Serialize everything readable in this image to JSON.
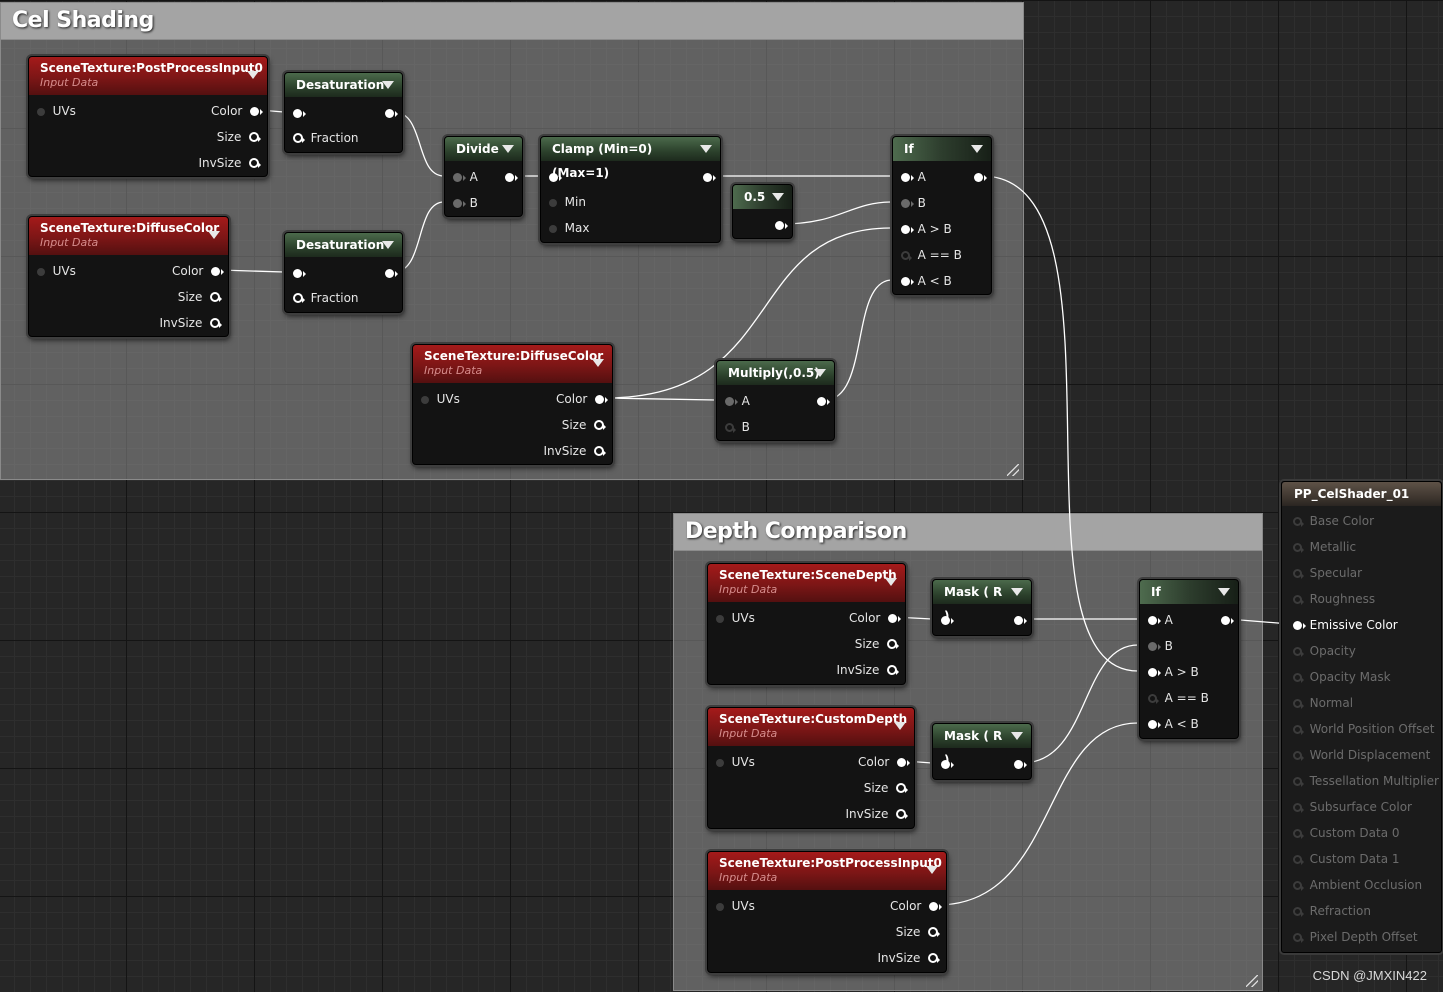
{
  "comments": {
    "cel": {
      "title": "Cel Shading"
    },
    "depth": {
      "title": "Depth Comparison"
    }
  },
  "nodes": {
    "st_post0": {
      "title": "SceneTexture:PostProcessInput0",
      "subtitle": "Input Data",
      "in_uvs": "UVs",
      "out_color": "Color",
      "out_size": "Size",
      "out_invsize": "InvSize"
    },
    "st_diff1": {
      "title": "SceneTexture:DiffuseColor",
      "subtitle": "Input Data",
      "in_uvs": "UVs",
      "out_color": "Color",
      "out_size": "Size",
      "out_invsize": "InvSize"
    },
    "st_diff2": {
      "title": "SceneTexture:DiffuseColor",
      "subtitle": "Input Data",
      "in_uvs": "UVs",
      "out_color": "Color",
      "out_size": "Size",
      "out_invsize": "InvSize"
    },
    "desat1": {
      "title": "Desaturation",
      "fraction": "Fraction"
    },
    "desat2": {
      "title": "Desaturation",
      "fraction": "Fraction"
    },
    "divide": {
      "title": "Divide",
      "a": "A",
      "b": "B"
    },
    "clamp": {
      "title": "Clamp (Min=0) (Max=1)",
      "min": "Min",
      "max": "Max"
    },
    "const": {
      "title": "0.5"
    },
    "multiply": {
      "title": "Multiply(,0.5)",
      "a": "A",
      "b": "B"
    },
    "if1": {
      "title": "If",
      "a": "A",
      "b": "B",
      "agtb": "A > B",
      "aeqb": "A == B",
      "altb": "A < B"
    },
    "st_depth": {
      "title": "SceneTexture:SceneDepth",
      "subtitle": "Input Data",
      "in_uvs": "UVs",
      "out_color": "Color",
      "out_size": "Size",
      "out_invsize": "InvSize"
    },
    "st_custom": {
      "title": "SceneTexture:CustomDepth",
      "subtitle": "Input Data",
      "in_uvs": "UVs",
      "out_color": "Color",
      "out_size": "Size",
      "out_invsize": "InvSize"
    },
    "st_post0b": {
      "title": "SceneTexture:PostProcessInput0",
      "subtitle": "Input Data",
      "in_uvs": "UVs",
      "out_color": "Color",
      "out_size": "Size",
      "out_invsize": "InvSize"
    },
    "mask1": {
      "title": "Mask ( R )"
    },
    "mask2": {
      "title": "Mask ( R )"
    },
    "if2": {
      "title": "If",
      "a": "A",
      "b": "B",
      "agtb": "A > B",
      "aeqb": "A == B",
      "altb": "A < B"
    }
  },
  "result": {
    "title": "PP_CelShader_01",
    "pins": [
      "Base Color",
      "Metallic",
      "Specular",
      "Roughness",
      "Emissive Color",
      "Opacity",
      "Opacity Mask",
      "Normal",
      "World Position Offset",
      "World Displacement",
      "Tessellation Multiplier",
      "Subsurface Color",
      "Custom Data 0",
      "Custom Data 1",
      "Ambient Occlusion",
      "Refraction",
      "Pixel Depth Offset"
    ],
    "active_pin": "Emissive Color"
  },
  "watermark": "CSDN @JMXIN422"
}
